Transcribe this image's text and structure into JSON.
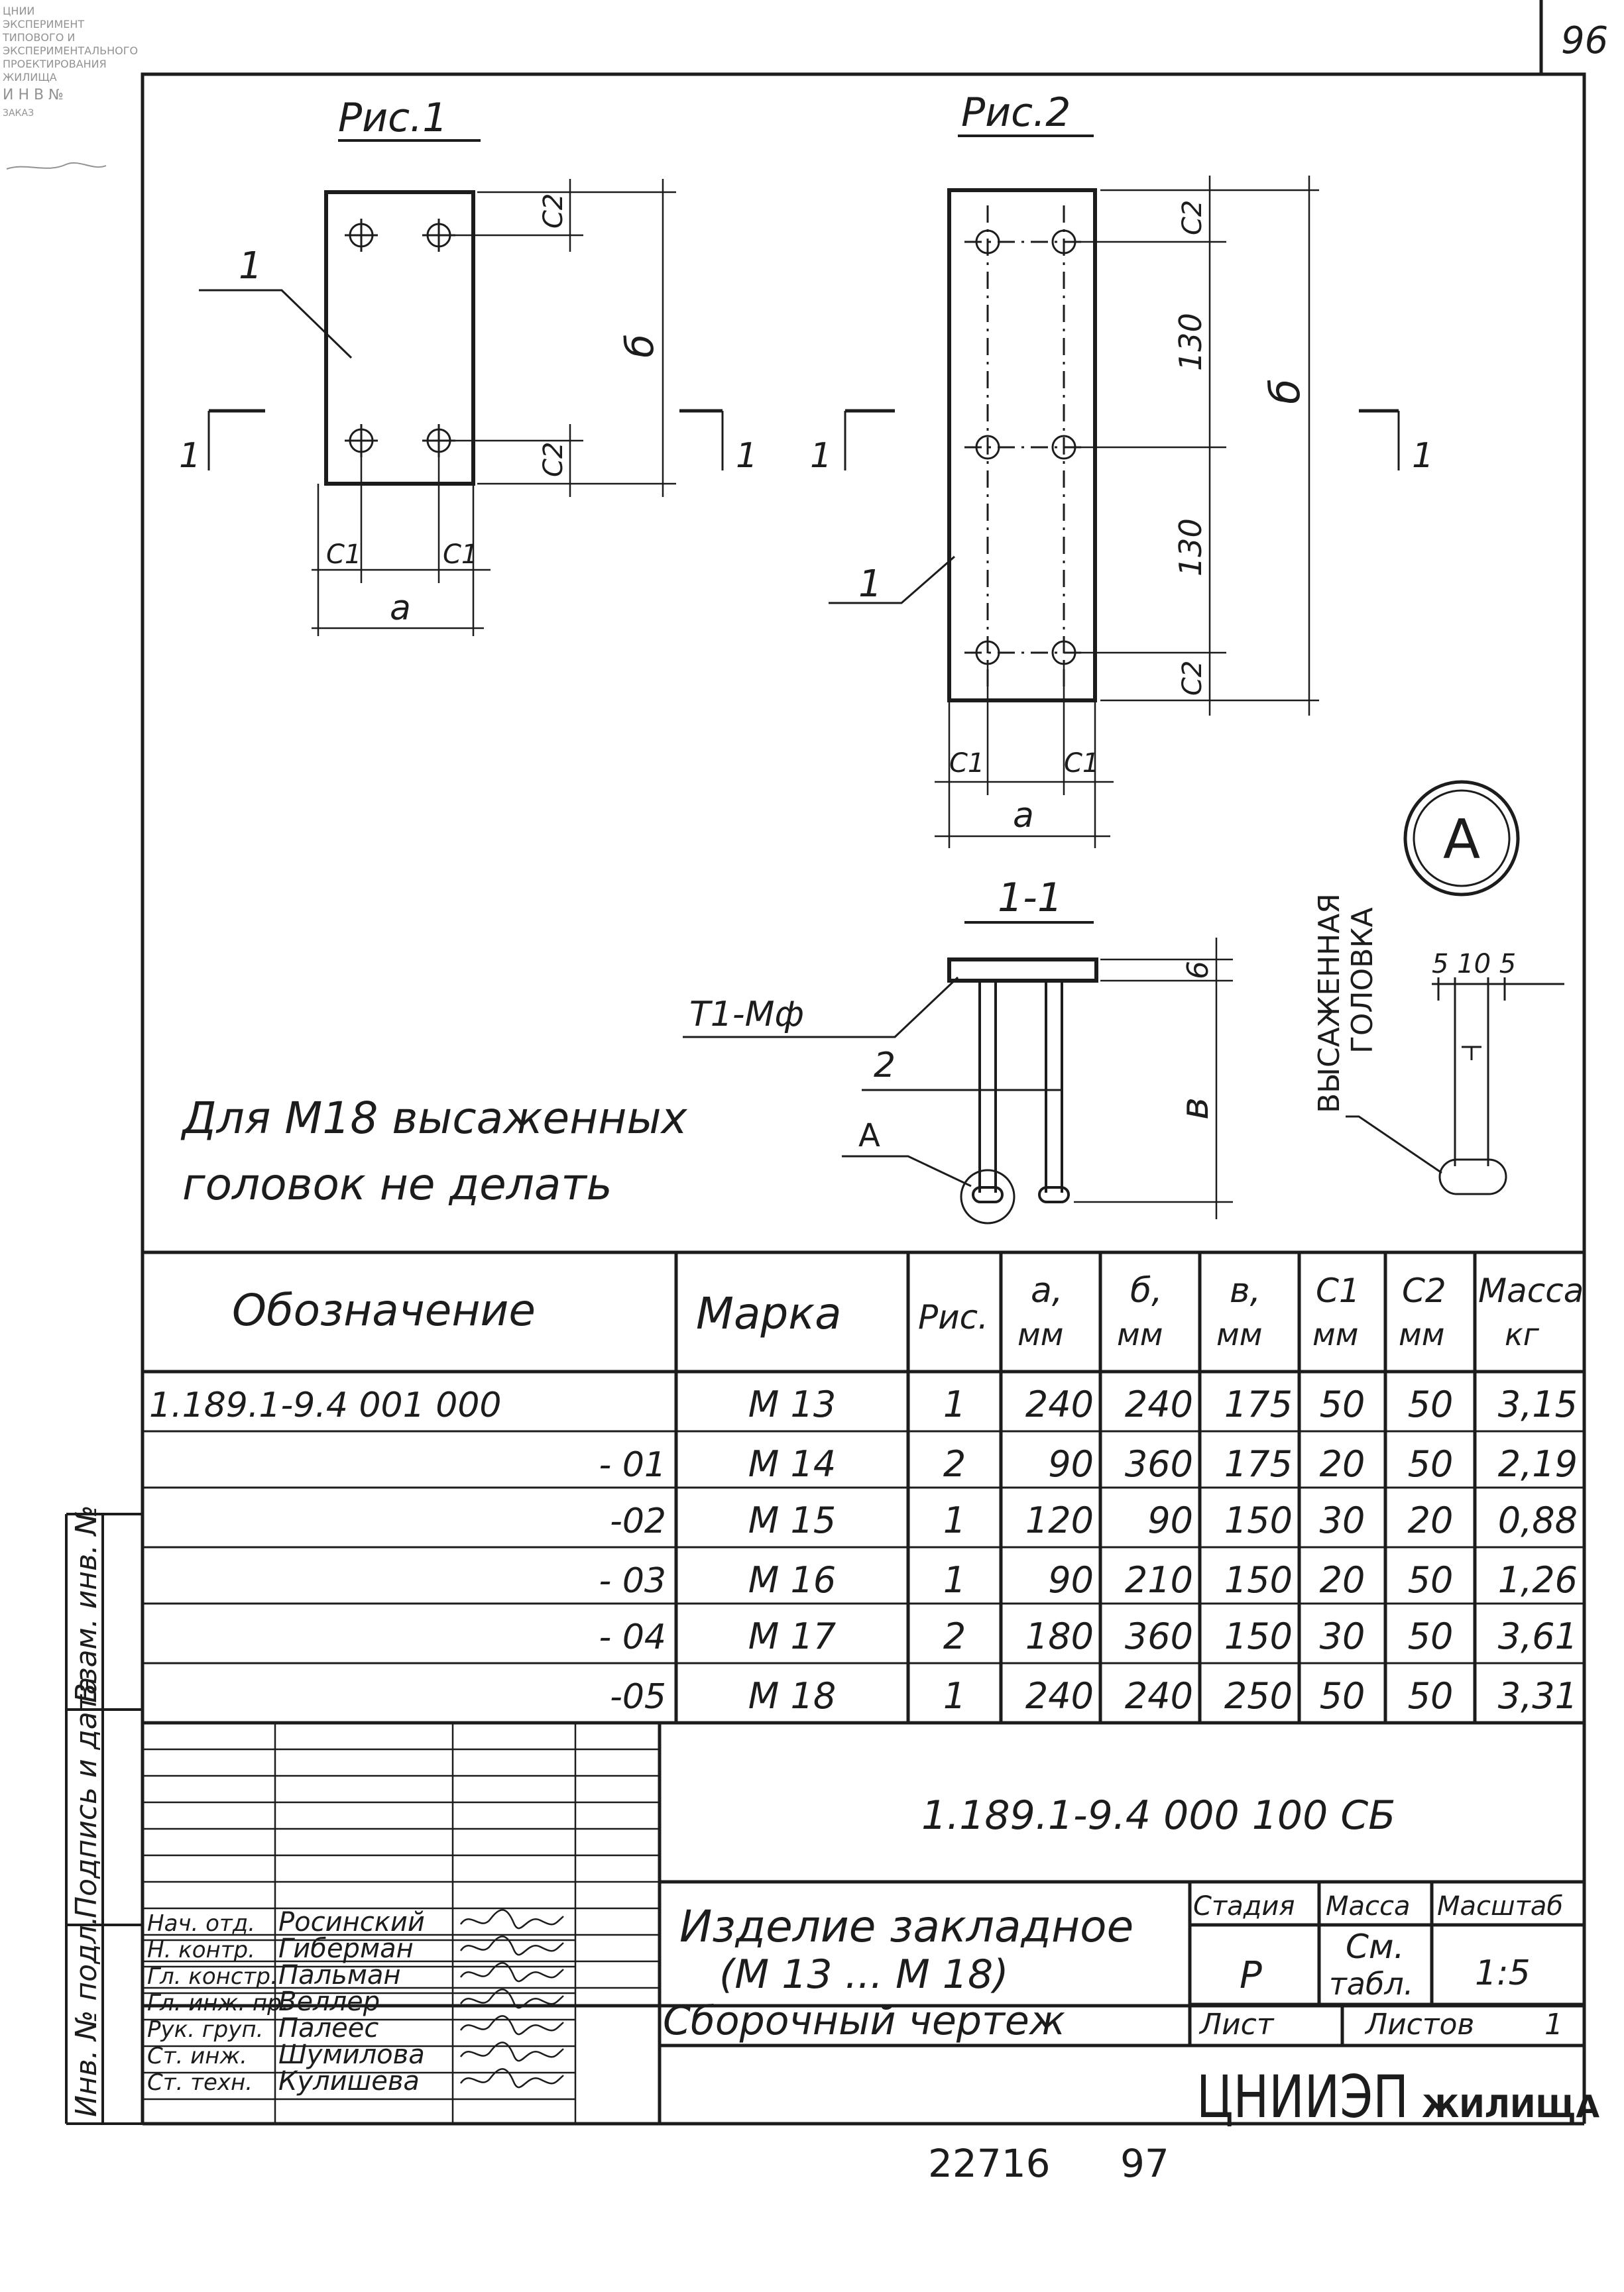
{
  "sheet": {
    "page_number": "96",
    "bottom_number": "22716",
    "bottom_page": "97"
  },
  "stamp": {
    "lines": [
      "ЦНИИ",
      "ЭКСПЕРИМЕНТ",
      "ТИПОВОГО И",
      "ЭКСПЕРИМЕНТАЛЬНОГО",
      "ПРОЕКТИРОВАНИЯ",
      "ЖИЛИЩА",
      "И Н В №",
      "ЗАКАЗ"
    ]
  },
  "figures": {
    "fig1_title": "Рис.1",
    "fig2_title": "Рис.2",
    "section_title": "1-1",
    "detail_label": "А",
    "section_mark": "1",
    "pos1": "1",
    "pos2": "2",
    "dim_a": "а",
    "dim_b": "б",
    "dim_v": "в",
    "dim_c1": "С1",
    "dim_c2": "С2",
    "dim_130": "130",
    "dim_6": "6",
    "weld_note": "Т1-Мф",
    "detail_dims": "5 10 5",
    "detail_caption_1": "ВЫСАЖЕННАЯ",
    "detail_caption_2": "ГОЛОВКА",
    "note_line1": "Для М18 высаженных",
    "note_line2": "головок не делать"
  },
  "table": {
    "headers": {
      "designation": "Обозначение",
      "mark": "Марка",
      "fig": "Рис.",
      "a": [
        "а,",
        "мм"
      ],
      "b": [
        "б,",
        "мм"
      ],
      "v": [
        "в,",
        "мм"
      ],
      "c1": [
        "С1",
        "мм"
      ],
      "c2": [
        "С2",
        "мм"
      ],
      "mass": [
        "Масса",
        "кг"
      ]
    },
    "rows": [
      {
        "designation": "1.189.1-9.4   001 000",
        "mark": "М 13",
        "fig": "1",
        "a": "240",
        "b": "240",
        "v": "175",
        "c1": "50",
        "c2": "50",
        "mass": "3,15"
      },
      {
        "designation": "- 01",
        "mark": "М 14",
        "fig": "2",
        "a": "90",
        "b": "360",
        "v": "175",
        "c1": "20",
        "c2": "50",
        "mass": "2,19"
      },
      {
        "designation": "-02",
        "mark": "М 15",
        "fig": "1",
        "a": "120",
        "b": "90",
        "v": "150",
        "c1": "30",
        "c2": "20",
        "mass": "0,88"
      },
      {
        "designation": "- 03",
        "mark": "М 16",
        "fig": "1",
        "a": "90",
        "b": "210",
        "v": "150",
        "c1": "20",
        "c2": "50",
        "mass": "1,26"
      },
      {
        "designation": "- 04",
        "mark": "М 17",
        "fig": "2",
        "a": "180",
        "b": "360",
        "v": "150",
        "c1": "30",
        "c2": "50",
        "mass": "3,61"
      },
      {
        "designation": "-05",
        "mark": "М 18",
        "fig": "1",
        "a": "240",
        "b": "240",
        "v": "250",
        "c1": "50",
        "c2": "50",
        "mass": "3,31"
      }
    ]
  },
  "titleblock": {
    "doc_code": "1.189.1-9.4   000 100 СБ",
    "name_line1": "Изделие закладное",
    "name_line2": "(М 13 ... М 18)",
    "name_line3": "Сборочный чертеж",
    "stage_header": "Стадия",
    "mass_header": "Масса",
    "scale_header": "Масштаб",
    "stage_value": "Р",
    "mass_value_1": "См.",
    "mass_value_2": "табл.",
    "scale_value": "1:5",
    "sheet_label": "Лист",
    "sheets_label": "Листов",
    "sheets_value": "1",
    "org_main": "ЦНИИЭП",
    "org_sub": "ЖИЛИЩА",
    "staff": [
      {
        "role": "Нач. отд.",
        "name": "Росинский"
      },
      {
        "role": "Н. контр.",
        "name": "Гиберман"
      },
      {
        "role": "Гл. констр.",
        "name": "Пальман"
      },
      {
        "role": "Гл. инж. пр.",
        "name": "Веллер"
      },
      {
        "role": "Рук. груп.",
        "name": "Палеес"
      },
      {
        "role": "Ст. инж.",
        "name": "Шумилова"
      },
      {
        "role": "Ст. техн.",
        "name": "Кулишева"
      }
    ],
    "side_labels": [
      "Инв. № подл.",
      "Подпись и дата",
      "Взам. инв. №"
    ]
  }
}
